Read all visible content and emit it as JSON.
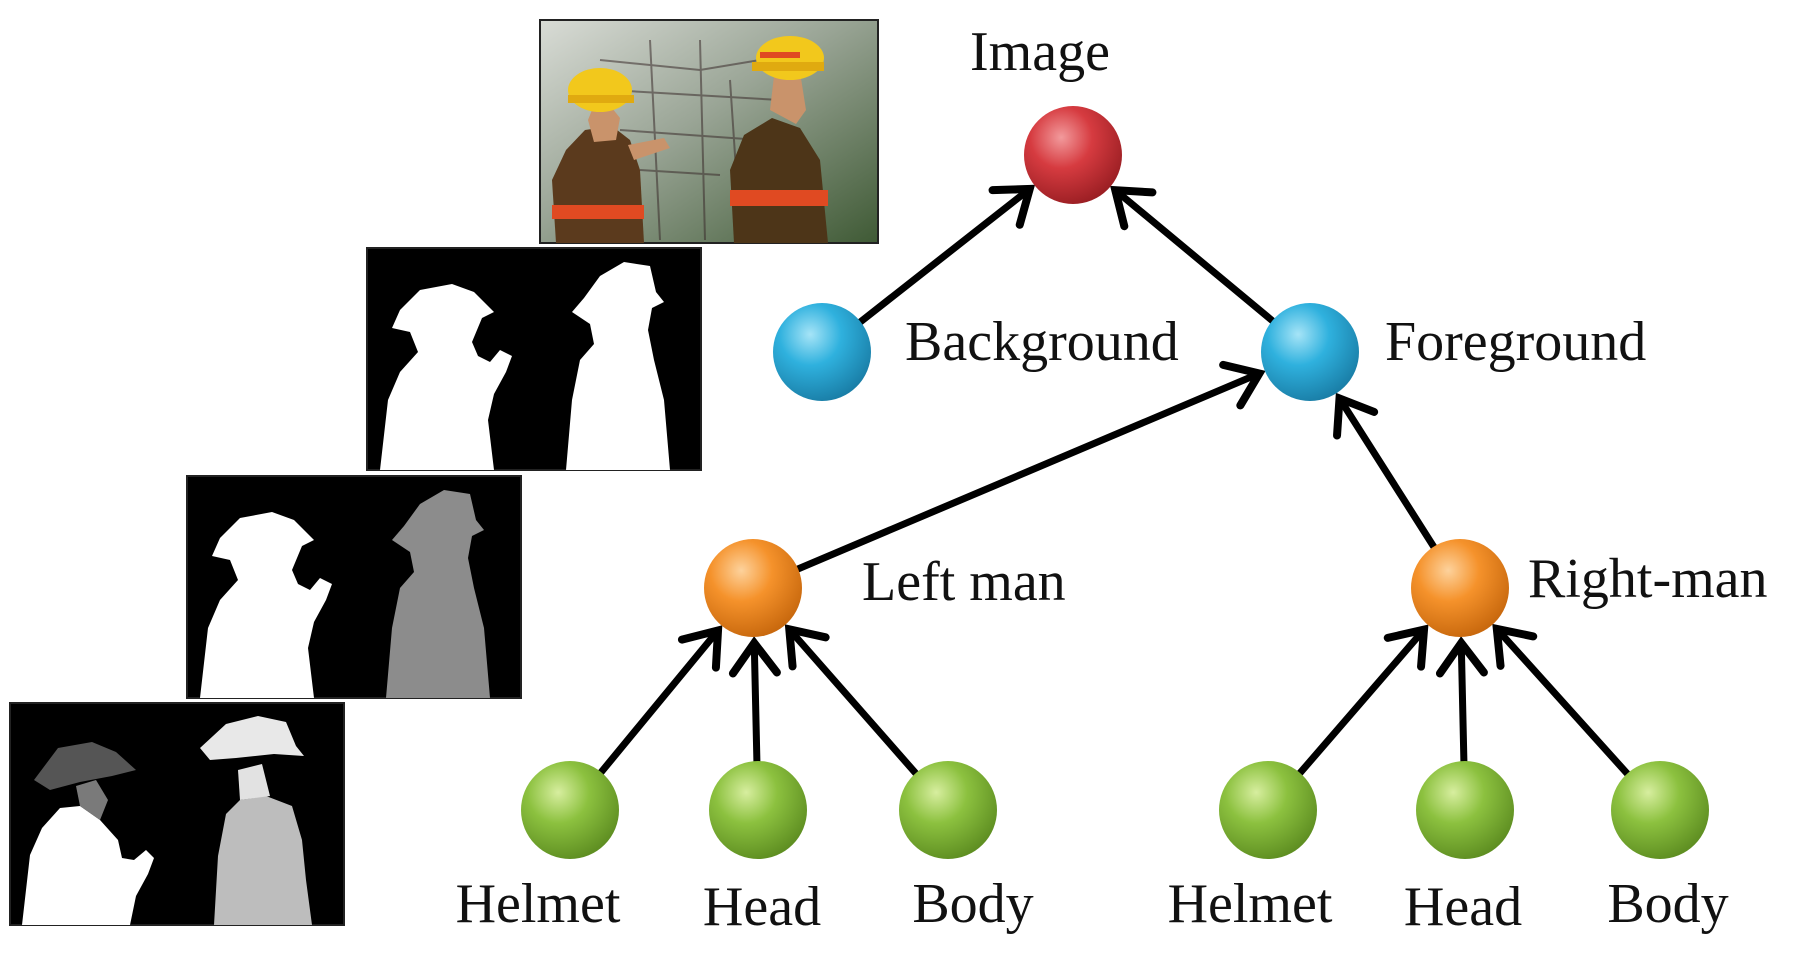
{
  "diagram": {
    "nodes": [
      {
        "id": "image",
        "label": "Image",
        "level": "root",
        "color": "#d63b40"
      },
      {
        "id": "background",
        "label": "Background",
        "level": "layer",
        "color": "#2fb1de"
      },
      {
        "id": "foreground",
        "label": "Foreground",
        "level": "layer",
        "color": "#2fb1de"
      },
      {
        "id": "left-man",
        "label": "Left man",
        "level": "object",
        "color": "#f5922b"
      },
      {
        "id": "right-man",
        "label": "Right-man",
        "level": "object",
        "color": "#f5922b"
      },
      {
        "id": "lm-helmet",
        "label": "Helmet",
        "level": "part",
        "color": "#8cc13f"
      },
      {
        "id": "lm-head",
        "label": "Head",
        "level": "part",
        "color": "#8cc13f"
      },
      {
        "id": "lm-body",
        "label": "Body",
        "level": "part",
        "color": "#8cc13f"
      },
      {
        "id": "rm-helmet",
        "label": "Helmet",
        "level": "part",
        "color": "#8cc13f"
      },
      {
        "id": "rm-head",
        "label": "Head",
        "level": "part",
        "color": "#8cc13f"
      },
      {
        "id": "rm-body",
        "label": "Body",
        "level": "part",
        "color": "#8cc13f"
      }
    ],
    "edges": [
      {
        "from": "background",
        "to": "image"
      },
      {
        "from": "foreground",
        "to": "image"
      },
      {
        "from": "left-man",
        "to": "foreground"
      },
      {
        "from": "right-man",
        "to": "foreground"
      },
      {
        "from": "lm-helmet",
        "to": "left-man"
      },
      {
        "from": "lm-head",
        "to": "left-man"
      },
      {
        "from": "lm-body",
        "to": "left-man"
      },
      {
        "from": "rm-helmet",
        "to": "right-man"
      },
      {
        "from": "rm-head",
        "to": "right-man"
      },
      {
        "from": "rm-body",
        "to": "right-man"
      }
    ],
    "edge_color": "#000000"
  },
  "image_stack": [
    {
      "id": "photo",
      "kind": "photo of two firefighters in yellow helmets"
    },
    {
      "id": "mask-layer",
      "kind": "foreground/background mask"
    },
    {
      "id": "mask-object",
      "kind": "object-level mask"
    },
    {
      "id": "mask-part",
      "kind": "part-level mask"
    }
  ]
}
